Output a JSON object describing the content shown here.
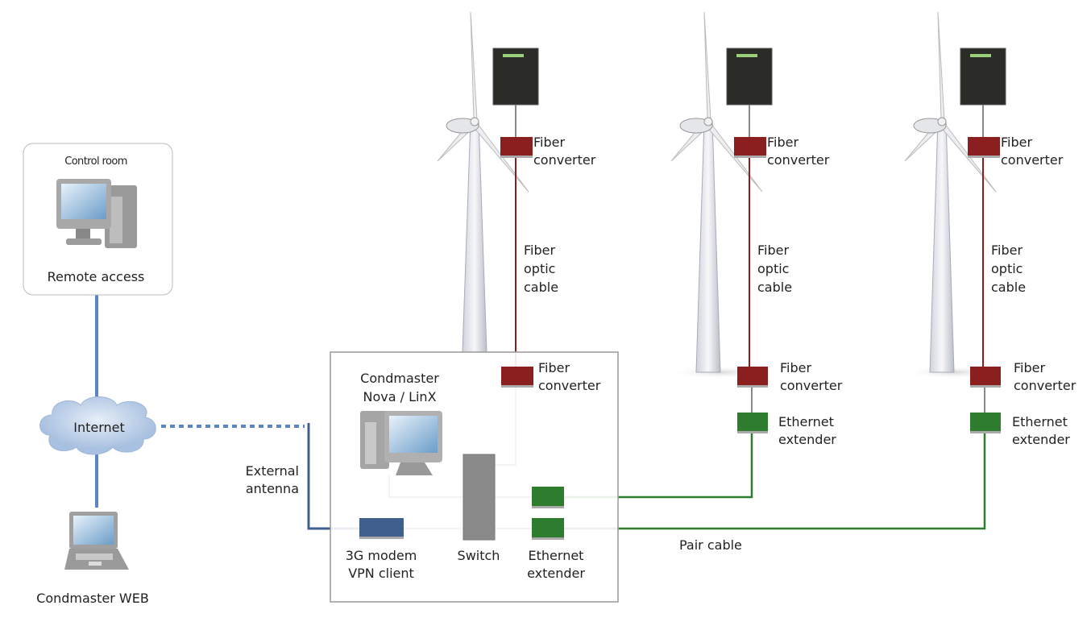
{
  "colors": {
    "fiber": "#8b1e1e",
    "ethernet": "#2e7d2e",
    "internet_link": "#5b86c4",
    "modem": "#3f5f8f",
    "switch": "#8a8a8a",
    "wire": "#888888"
  },
  "control_room": {
    "title": "Control room",
    "label": "Remote access"
  },
  "internet": {
    "label": "Internet"
  },
  "web_client": {
    "label": "Condmaster WEB"
  },
  "antenna": {
    "line1": "External",
    "line2": "antenna"
  },
  "site": {
    "server": {
      "line1": "Condmaster",
      "line2": "Nova / LinX"
    },
    "fiber_converter": {
      "line1": "Fiber",
      "line2": "converter"
    },
    "modem": {
      "line1": "3G modem",
      "line2": "VPN client"
    },
    "switch": {
      "label": "Switch"
    },
    "extender": {
      "line1": "Ethernet",
      "line2": "extender"
    }
  },
  "turbines": [
    {
      "top_converter": {
        "line1": "Fiber",
        "line2": "converter"
      },
      "cable": {
        "line1": "Fiber",
        "line2": "optic",
        "line3": "cable"
      }
    },
    {
      "top_converter": {
        "line1": "Fiber",
        "line2": "converter"
      },
      "cable": {
        "line1": "Fiber",
        "line2": "optic",
        "line3": "cable"
      },
      "bottom_converter": {
        "line1": "Fiber",
        "line2": "converter"
      },
      "extender": {
        "line1": "Ethernet",
        "line2": "extender"
      }
    },
    {
      "top_converter": {
        "line1": "Fiber",
        "line2": "converter"
      },
      "cable": {
        "line1": "Fiber",
        "line2": "optic",
        "line3": "cable"
      },
      "bottom_converter": {
        "line1": "Fiber",
        "line2": "converter"
      },
      "extender": {
        "line1": "Ethernet",
        "line2": "extender"
      }
    }
  ],
  "pair_cable": {
    "label": "Pair cable"
  }
}
